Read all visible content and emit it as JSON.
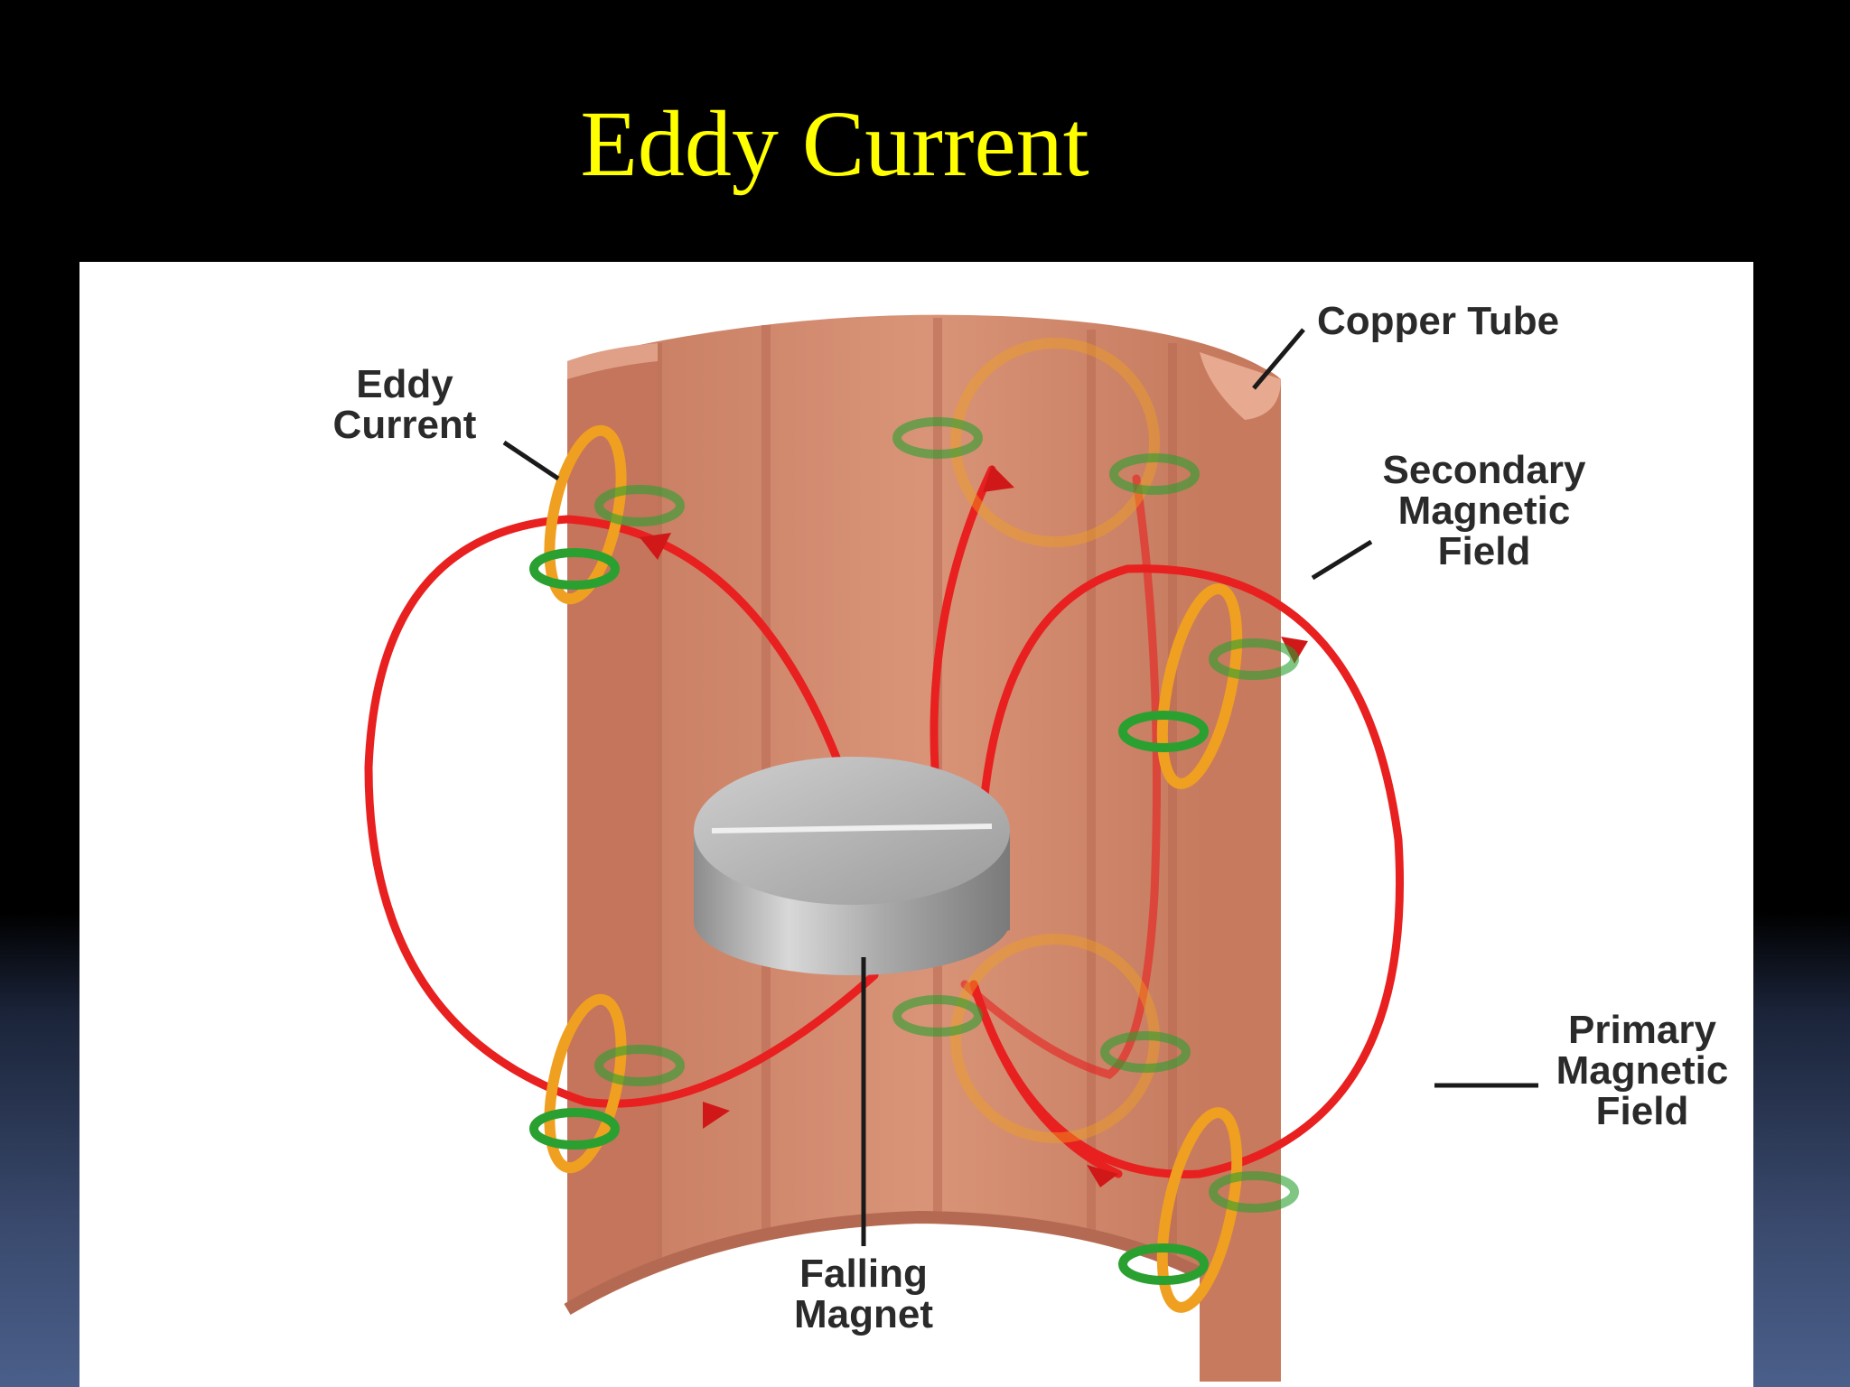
{
  "slide": {
    "title": "Eddy Current"
  },
  "diagram": {
    "labels": {
      "copper_tube": "Copper Tube",
      "eddy_current_1": "Eddy",
      "eddy_current_2": "Current",
      "secondary_1": "Secondary",
      "secondary_2": "Magnetic",
      "secondary_3": "Field",
      "primary_1": "Primary",
      "primary_2": "Magnetic",
      "primary_3": "Field",
      "falling_1": "Falling",
      "falling_2": "Magnet"
    },
    "colors": {
      "copper": "#d48a6e",
      "copper_dark": "#a85a45",
      "primary_field": "#e82020",
      "eddy_current_loop": "#f0a020",
      "secondary_field": "#2aa030",
      "magnet": "#b8b8b8"
    }
  }
}
